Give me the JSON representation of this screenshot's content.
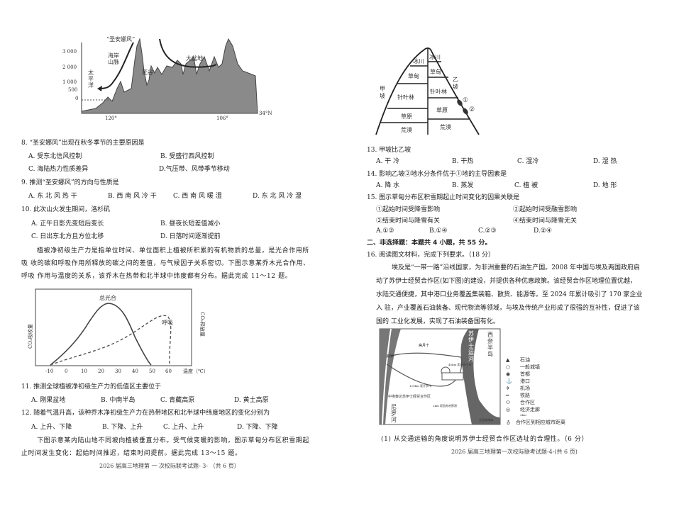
{
  "left": {
    "fig1": {
      "wind": "“圣安娜风”",
      "coast": "海岸山脉",
      "pacific": "太平洋",
      "valley": "死谷",
      "basin": "大盆地",
      "yticks": [
        "3 000",
        "2 000",
        "1 000",
        "500",
        "0"
      ],
      "xticks": [
        "120°",
        "106°"
      ],
      "lat": "34°N"
    },
    "q8": {
      "stem": "8. “圣安娜风”出现在秋冬季节的主要原因是",
      "a": "A. 受东北信风控制",
      "b": "B. 受盛行西风控制",
      "c": "C. 海陆热力性质差异",
      "d": "D.气压带、风带季节移动"
    },
    "q9": {
      "stem": "9. 推测“圣安娜风”的方向与性质是",
      "a": "A. 东 北 风 热 干",
      "b": "B. 西 南 风 冷 干",
      "c": "C. 西 南 风 暖 湿",
      "d": "D. 东 北 风 冷 湿"
    },
    "q10": {
      "stem": "10. 此次山火发生期间，洛杉矶",
      "a": "A. 正午日影先变短后变长",
      "b": "B. 昼夜长短差值减小",
      "c": "C. 日出东北方且方位北移",
      "d": "D. 日落时间逐渐提前"
    },
    "para1": [
      "植被净初级生产力是指单位时间、单位面积上植被所积累的有机物质的总量，是光合作用所",
      "吸  收的碳和呼吸作用所释放的碳之间的差值，与气候因子关系密切。下图示意某乔木光合作用、",
      "呼吸  作用与温度的关系，该乔木在热带和北半球中纬度都有分布。据此完成 11～12 题。"
    ],
    "fig2": {
      "photo": "总光合",
      "resp": "呼吸",
      "ylabel_left": "CO₂吸收量",
      "ylabel_right": "CO₂释放量",
      "xlabel": "温度（℃）",
      "xticks": [
        "-10",
        "0",
        "10",
        "20",
        "30",
        "40",
        "50",
        "60"
      ]
    },
    "q11": {
      "stem": "11. 推测全球植被净初级生产力的低值区主要位于",
      "a": "A. 刚果盆地",
      "b": "B. 中南半岛",
      "c": "C. 青藏高原",
      "d": "D. 黄土高原"
    },
    "q12": {
      "stem": "12. 随着气温升高，该种乔木净初级生产力在热带地区和北半球中纬度地区的变化分别为",
      "a": "A. 上升、下降",
      "b": "B. 下降、上升",
      "c": "C. 上升、上升",
      "d": "D. 下降、下降"
    },
    "para2": [
      "下图示意某内陆山地不同坡向植被垂直分布。受气候变暖的影响，图示草甸分布区积雪期起",
      "止时间发生变化：起始时间推迟，结束时间提前。据此完成 13～15 题。"
    ],
    "footer": "2026 届高三地理第 一 次校际联考试题- 3- （共 6 页）"
  },
  "right": {
    "fig3": {
      "jia": "甲坡",
      "yi": "乙坡",
      "left_zones": [
        "冰川",
        "草甸",
        "针叶林",
        "草原",
        "荒漠"
      ],
      "right_zones": [
        "冰川",
        "草甸",
        "针叶林",
        "草原",
        "荒漠"
      ],
      "m1": "①",
      "m2": "②"
    },
    "q13": {
      "stem": "13. 甲坡比乙坡",
      "a": "A. 干 冷",
      "b": "B.  干热",
      "c": "C. 湿冷",
      "d": "D.  湿 热"
    },
    "q14": {
      "stem": "14. 影响乙坡②地水分条件优于①地的主导因素是",
      "a": "A. 降 水",
      "b": "B. 蒸发",
      "c": "C. 植 被",
      "d": "D. 地 形"
    },
    "q15": {
      "stem": "15. 图示草甸分布区积雪期起止时间变化的因果关联是",
      "s1": "①起始时间受降雪影响",
      "s2": "②起始时间受融雪影响",
      "s3": "③结束时间与降雪有关",
      "s4": "④结束时间与降雪无关",
      "a": "A.①③",
      "b": "B.①④",
      "c": "C.②③",
      "d": "D.②④"
    },
    "section": "二、非选择题：本题共 4 小题，共 55 分。",
    "q16": {
      "stem": "16. 阅读图文材料，完成下列要求。（18 分）",
      "para": [
        "埃及是“一带一路”沿线国家，为非洲重要的石油生产国。2008 年中国与埃及两国政府启",
        "动了苏伊士经贸合作区(如下图)的建设，并提供各种优惠政策。该经贸合作区地理位置优越，",
        "水陆交通便捷，其中港口业务覆盖集装箱、散货、能源等。至 2024 年累计吸引了 170 家企业",
        "入  驻，产业覆盖石油装备、现代物流等领域，与埃及传统产业形成了很强的互补性，促进了该",
        "国的   工业化发展，实现了石油装备国有化。"
      ],
      "sub1": "(1) 从交通运输的角度说明苏伊士经贸合作区选址的合理性。（6 分）"
    },
    "map": {
      "sinai": "西奈半岛",
      "canal": "苏伊士运河",
      "nile": "尼罗河",
      "cairo": "开罗",
      "d1": "40km 距苏伊士市",
      "d2": "120km 距开罗市",
      "d3": "2km 距因苏哈那港",
      "zone": "中埃泰达苏伊士经贸合作区",
      "port": "因苏哈那港",
      "suez": "苏伊士",
      "city2": "斋月十",
      "sokhna": "艾因苏赫纳",
      "legend": [
        "石油",
        "一般城镇",
        "首都",
        "港口",
        "机场",
        "铁路",
        "合作区",
        "经济走廊",
        "合作区到相应城市距离"
      ],
      "legend_km": "2km"
    },
    "footer": "2026 届高三地理第一次校际联考试题-4-(共 6 页)"
  }
}
